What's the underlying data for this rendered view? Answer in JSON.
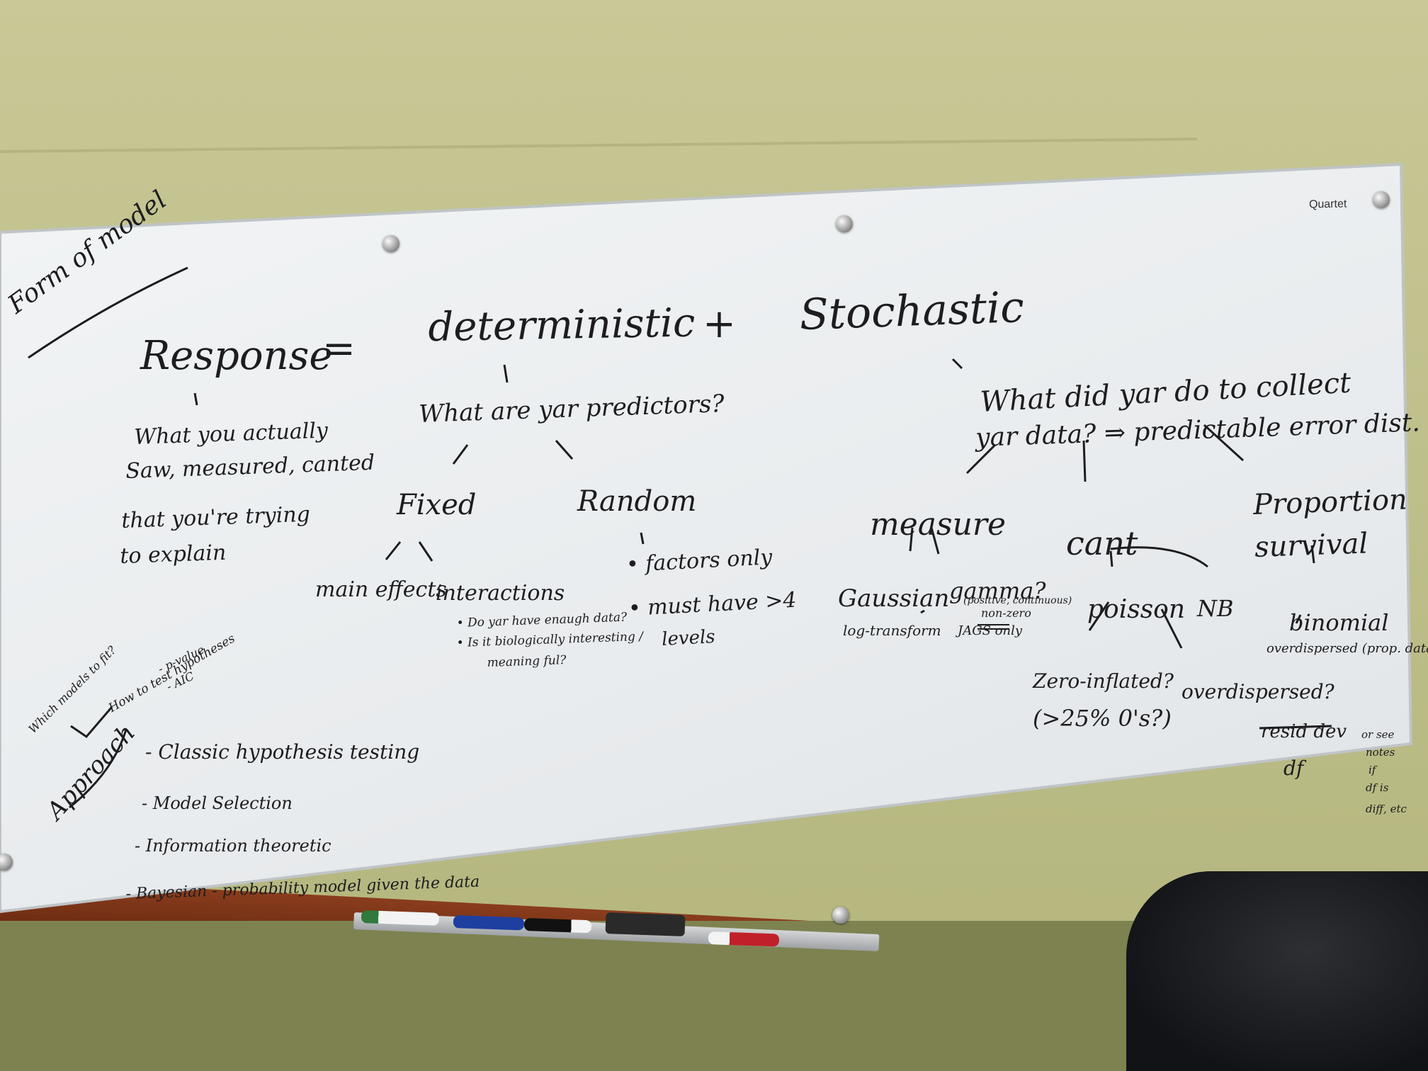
{
  "brand": "Quartet",
  "header": {
    "title": "Form of model"
  },
  "equation": {
    "response": "Response",
    "equals": "=",
    "deterministic": "deterministic",
    "plus": "+",
    "stochastic": "Stochastic"
  },
  "response_desc": [
    "What you actually",
    "Saw, measured, canted",
    "that you're trying",
    "to explain"
  ],
  "deterministic_branch": {
    "question": "What are yar predictors?",
    "fixed": "Fixed",
    "random": "Random",
    "fixed_children": {
      "main": "main effects",
      "interactions": "interactions"
    },
    "interaction_notes": [
      "• Do yar have enaugh data?",
      "• Is it biologically interesting /",
      "meaning ful?"
    ],
    "random_notes": [
      "• factors only",
      "• must have >4",
      "levels"
    ]
  },
  "stochastic_branch": {
    "question_line1": "What did yar do to collect",
    "question_line2": "yar data? ⇒ predictable error dist.",
    "measure": "measure",
    "count": "cant",
    "proportion_l1": "Proportion",
    "proportion_l2": "survival",
    "gaussian": "Gaussian",
    "gaussian_note": "log-transform",
    "gamma": "gamma?",
    "gamma_note1": "(positive, continuous)",
    "gamma_note2": "non-zero",
    "gamma_note3": "JAGS only",
    "poisson": "poisson",
    "nb": "NB",
    "zero_inflated": "Zero-inflated?",
    "zero_inflated_note": "(>25% 0's?)",
    "overdispersed": "overdispersed?",
    "binomial": "binomial",
    "binomial_note": "overdispersed (prop. data)",
    "resid_num": "resid dev",
    "resid_den": "df",
    "side_note": [
      "or see",
      "notes",
      "if",
      "df is",
      "diff, etc"
    ]
  },
  "approach": {
    "label": "Approach",
    "which_models": "Which models to fit?",
    "how_to_test": "How to test hypotheses",
    "p_value": "- p-value",
    "aic": "- AIC",
    "items": [
      "- Classic hypothesis testing",
      "- Model Selection",
      "- Information theoretic",
      "- Bayesian - probability model given the data"
    ]
  },
  "colors": {
    "ink": "#1d1d1f",
    "wall": "#c3c38e",
    "trim": "#7a3318",
    "board": "#eef0f1"
  }
}
